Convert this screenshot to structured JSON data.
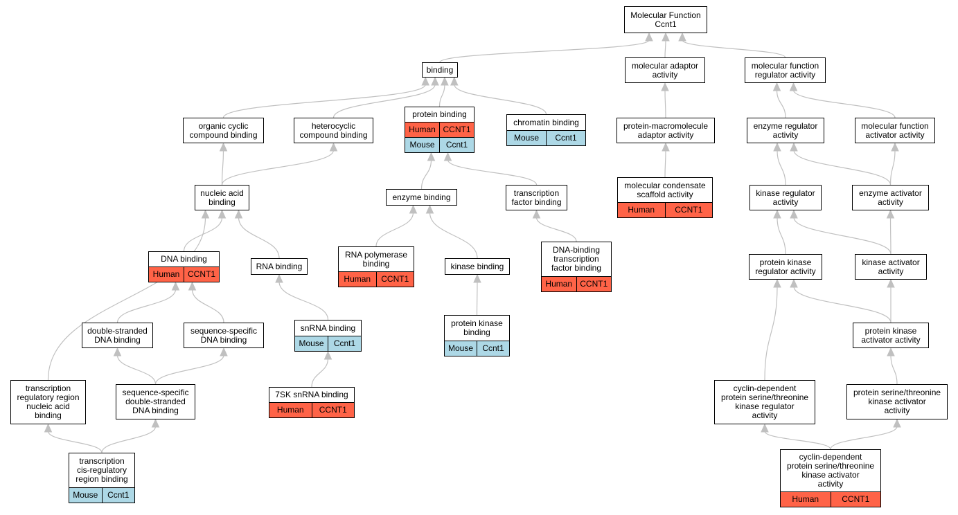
{
  "nodes": [
    {
      "id": "mf",
      "label": "Molecular Function\nCcnt1"
    },
    {
      "id": "binding",
      "label": "binding"
    },
    {
      "id": "mol_adaptor",
      "label": "molecular adaptor\nactivity"
    },
    {
      "id": "mf_reg",
      "label": "molecular function\nregulator activity"
    },
    {
      "id": "org_cyclic",
      "label": "organic cyclic\ncompound binding"
    },
    {
      "id": "heterocyclic",
      "label": "heterocyclic\ncompound binding"
    },
    {
      "id": "protein_binding",
      "label": "protein binding",
      "ann": [
        [
          "Human",
          "CCNT1"
        ],
        [
          "Mouse",
          "Ccnt1"
        ]
      ]
    },
    {
      "id": "chromatin",
      "label": "chromatin binding",
      "ann": [
        [
          "Mouse",
          "Ccnt1"
        ]
      ]
    },
    {
      "id": "prot_macro",
      "label": "protein-macromolecule\nadaptor activity"
    },
    {
      "id": "enz_reg",
      "label": "enzyme regulator\nactivity"
    },
    {
      "id": "mf_act",
      "label": "molecular function\nactivator activity"
    },
    {
      "id": "nucleic",
      "label": "nucleic acid\nbinding"
    },
    {
      "id": "enzyme_binding",
      "label": "enzyme binding"
    },
    {
      "id": "tf_binding",
      "label": "transcription\nfactor binding"
    },
    {
      "id": "condensate",
      "label": "molecular condensate\nscaffold activity",
      "ann": [
        [
          "Human",
          "CCNT1"
        ]
      ]
    },
    {
      "id": "kinase_reg",
      "label": "kinase regulator\nactivity"
    },
    {
      "id": "enz_act",
      "label": "enzyme activator\nactivity"
    },
    {
      "id": "dna_binding",
      "label": "DNA binding",
      "ann": [
        [
          "Human",
          "CCNT1"
        ]
      ]
    },
    {
      "id": "rna_binding",
      "label": "RNA binding"
    },
    {
      "id": "rnapol",
      "label": "RNA polymerase\nbinding",
      "ann": [
        [
          "Human",
          "CCNT1"
        ]
      ]
    },
    {
      "id": "kinase_binding",
      "label": "kinase binding"
    },
    {
      "id": "dbtf",
      "label": "DNA-binding\ntranscription\nfactor binding",
      "ann": [
        [
          "Human",
          "CCNT1"
        ]
      ]
    },
    {
      "id": "pk_reg",
      "label": "protein kinase\nregulator activity"
    },
    {
      "id": "kinase_act",
      "label": "kinase activator\nactivity"
    },
    {
      "id": "ds_dna",
      "label": "double-stranded\nDNA binding"
    },
    {
      "id": "ss_dna",
      "label": "sequence-specific\nDNA binding"
    },
    {
      "id": "snrna",
      "label": "snRNA binding",
      "ann": [
        [
          "Mouse",
          "Ccnt1"
        ]
      ]
    },
    {
      "id": "pk_binding",
      "label": "protein kinase\nbinding",
      "ann": [
        [
          "Mouse",
          "Ccnt1"
        ]
      ]
    },
    {
      "id": "pk_act",
      "label": "protein kinase\nactivator activity"
    },
    {
      "id": "tr_region",
      "label": "transcription\nregulatory region\nnucleic acid\nbinding"
    },
    {
      "id": "ssds_dna",
      "label": "sequence-specific\ndouble-stranded\nDNA binding"
    },
    {
      "id": "sk7",
      "label": "7SK snRNA binding",
      "ann": [
        [
          "Human",
          "CCNT1"
        ]
      ]
    },
    {
      "id": "cdk_reg",
      "label": "cyclin-dependent\nprotein serine/threonine\nkinase regulator\nactivity"
    },
    {
      "id": "ps_kin_act",
      "label": "protein serine/threonine\nkinase activator\nactivity"
    },
    {
      "id": "tcis",
      "label": "transcription\ncis-regulatory\nregion binding",
      "ann": [
        [
          "Mouse",
          "Ccnt1"
        ]
      ]
    },
    {
      "id": "cdk_act",
      "label": "cyclin-dependent\nprotein serine/threonine\nkinase activator\nactivity",
      "ann": [
        [
          "Human",
          "CCNT1"
        ]
      ]
    }
  ],
  "edges": [
    [
      "binding",
      "mf"
    ],
    [
      "mol_adaptor",
      "mf"
    ],
    [
      "mf_reg",
      "mf"
    ],
    [
      "org_cyclic",
      "binding"
    ],
    [
      "heterocyclic",
      "binding"
    ],
    [
      "protein_binding",
      "binding"
    ],
    [
      "chromatin",
      "binding"
    ],
    [
      "prot_macro",
      "mol_adaptor"
    ],
    [
      "enz_reg",
      "mf_reg"
    ],
    [
      "mf_act",
      "mf_reg"
    ],
    [
      "nucleic",
      "org_cyclic"
    ],
    [
      "nucleic",
      "heterocyclic"
    ],
    [
      "enzyme_binding",
      "protein_binding"
    ],
    [
      "tf_binding",
      "protein_binding"
    ],
    [
      "condensate",
      "prot_macro"
    ],
    [
      "kinase_reg",
      "enz_reg"
    ],
    [
      "enz_act",
      "enz_reg"
    ],
    [
      "enz_act",
      "mf_act"
    ],
    [
      "dna_binding",
      "nucleic"
    ],
    [
      "rna_binding",
      "nucleic"
    ],
    [
      "tr_region",
      "nucleic"
    ],
    [
      "rnapol",
      "enzyme_binding"
    ],
    [
      "kinase_binding",
      "enzyme_binding"
    ],
    [
      "dbtf",
      "tf_binding"
    ],
    [
      "pk_reg",
      "kinase_reg"
    ],
    [
      "kinase_act",
      "kinase_reg"
    ],
    [
      "kinase_act",
      "enz_act"
    ],
    [
      "ds_dna",
      "dna_binding"
    ],
    [
      "ss_dna",
      "dna_binding"
    ],
    [
      "snrna",
      "rna_binding"
    ],
    [
      "pk_binding",
      "kinase_binding"
    ],
    [
      "pk_act",
      "pk_reg"
    ],
    [
      "pk_act",
      "kinase_act"
    ],
    [
      "ssds_dna",
      "ds_dna"
    ],
    [
      "ssds_dna",
      "ss_dna"
    ],
    [
      "sk7",
      "snrna"
    ],
    [
      "cdk_reg",
      "pk_reg"
    ],
    [
      "ps_kin_act",
      "pk_act"
    ],
    [
      "tcis",
      "tr_region"
    ],
    [
      "tcis",
      "ssds_dna"
    ],
    [
      "cdk_act",
      "cdk_reg"
    ],
    [
      "cdk_act",
      "ps_kin_act"
    ]
  ],
  "colors": {
    "human": "#ff6347",
    "mouse": "#add8e6",
    "edge": "#c0c0c0"
  }
}
